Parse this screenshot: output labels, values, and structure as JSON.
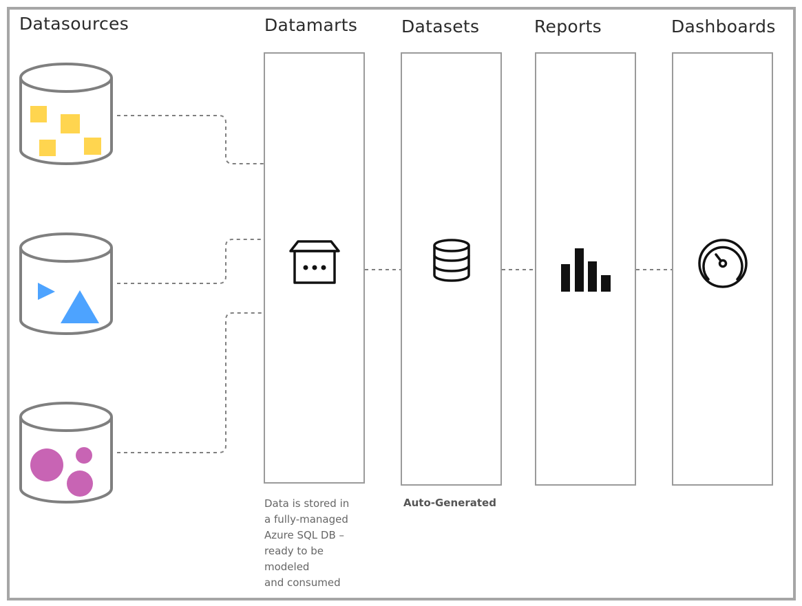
{
  "columns": {
    "datasources": "Datasources",
    "datamarts": "Datamarts",
    "datasets": "Datasets",
    "reports": "Reports",
    "dashboards": "Dashboards"
  },
  "notes": {
    "datamarts_lines": [
      "Data is stored in",
      "a fully-managed",
      "Azure SQL DB –",
      "ready to be",
      "modeled",
      "and consumed"
    ],
    "datasets": "Auto-Generated"
  },
  "colors": {
    "frame": "#a6a6a6",
    "cylinder_stroke": "#7f7f7f",
    "connector": "#7f7f7f",
    "yellow_squares": "#ffd54f",
    "blue_triangles": "#4da3ff",
    "magenta_circles": "#c864b4"
  },
  "icons": {
    "datasource_1": "database-squares-icon",
    "datasource_2": "database-triangles-icon",
    "datasource_3": "database-circles-icon",
    "datamarts": "datamart-store-icon",
    "datasets": "dataset-stack-icon",
    "reports": "bar-chart-icon",
    "dashboards": "gauge-icon"
  }
}
